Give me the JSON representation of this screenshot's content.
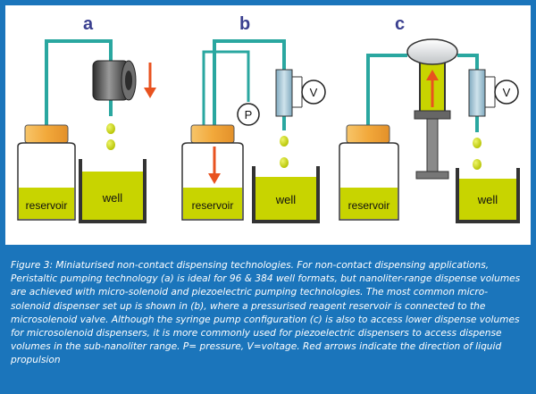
{
  "panels": [
    {
      "letter": "a",
      "reservoir_label": "reservoir",
      "well_label": "well"
    },
    {
      "letter": "b",
      "reservoir_label": "reservoir",
      "well_label": "well",
      "pressure_label": "P",
      "voltage_label": "V"
    },
    {
      "letter": "c",
      "reservoir_label": "reservoir",
      "well_label": "well",
      "voltage_label": "V"
    }
  ],
  "caption": "Figure 3: Miniaturised non-contact dispensing technologies. For non-contact dispensing applications, Peristaltic pumping technology (a) is ideal for 96 & 384 well formats, but nanoliter-range dispense volumes are achieved with micro-solenoid and piezoelectric pumping technologies. The most common micro-solenoid dispenser set up is shown in (b), where a pressurised reagent reservoir is connected to the microsolenoid valve. Although the syringe pump configuration (c) is also to access lower dispense volumes for microsolenoid dispensers, it is more commonly used for piezoelectric dispensers to access dispense volumes in the sub-nanoliter range. P= pressure, V=voltage. Red arrows indicate the direction of liquid propulsion",
  "colors": {
    "frame_background": "#1b75bb",
    "tubing": "#2aa7a0",
    "liquid": "#c8d400",
    "arrow": "#e8521f",
    "cap": "#f2a93b",
    "valve": "#a9c7d6",
    "letter": "#3a3f8f"
  },
  "icons": [
    "peristaltic-roller-icon",
    "solenoid-valve-icon",
    "pressure-gauge-icon",
    "voltmeter-icon",
    "syringe-pump-icon",
    "piezo-disc-icon",
    "droplet-icon",
    "direction-arrow-icon"
  ]
}
